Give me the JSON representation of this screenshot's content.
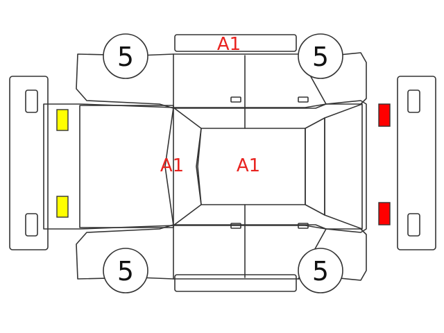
{
  "tires": {
    "front_left": "5",
    "rear_left": "5",
    "front_right": "5",
    "rear_right": "5"
  },
  "damage_marks": {
    "roof_edge": "A1",
    "windshield": "A1",
    "roof": "A1"
  },
  "colors": {
    "mark_text": "#e8231f",
    "front_lamp": "#ffff00",
    "rear_lamp": "#ff0000",
    "outline": "#333333"
  }
}
